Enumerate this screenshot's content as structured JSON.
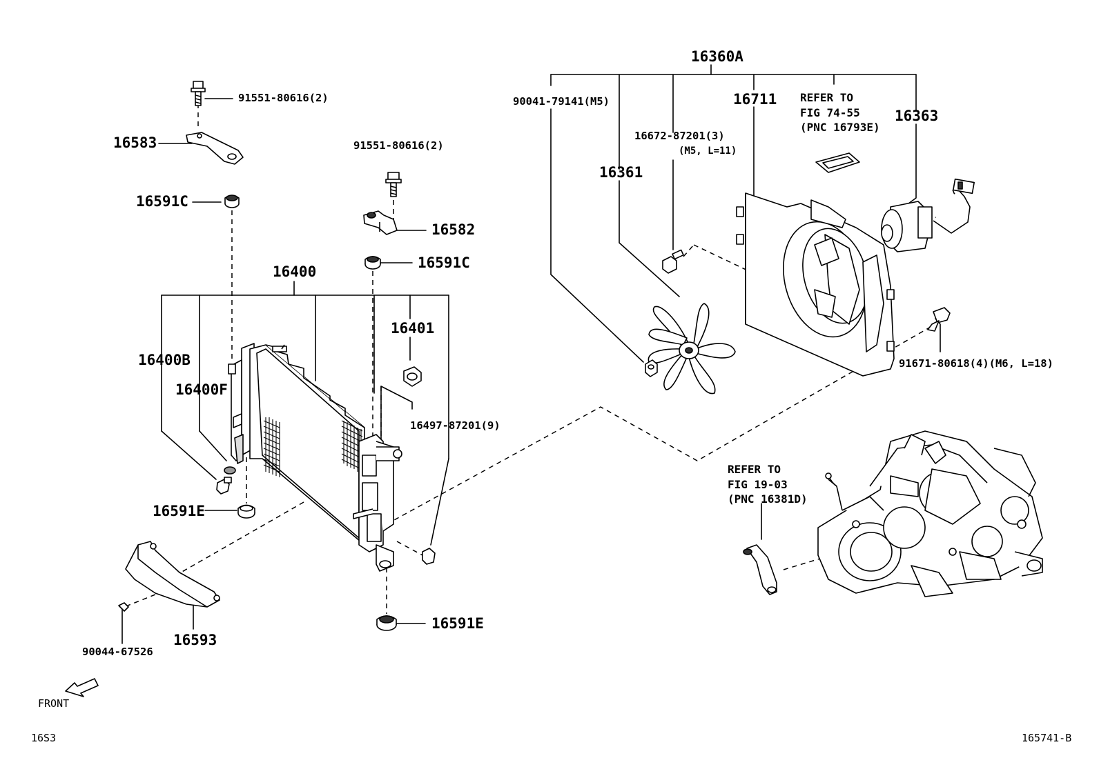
{
  "labels": {
    "p16360A": "16360A",
    "p90041": "90041-79141(M5)",
    "p16672": "16672-87201(3)",
    "p16672_note": "(M5, L=11)",
    "p16711": "16711",
    "p16361": "16361",
    "p16363": "16363",
    "p91671": "91671-80618(4)(M6, L=18)",
    "p91551_a": "91551-80616(2)",
    "p16583": "16583",
    "p16591C_a": "16591C",
    "p91551_b": "91551-80616(2)",
    "p16582": "16582",
    "p16591C_b": "16591C",
    "p16400": "16400",
    "p16401": "16401",
    "p16400B": "16400B",
    "p16400F": "16400F",
    "p16497": "16497-87201(9)",
    "p16591E_a": "16591E",
    "p16591E_b": "16591E",
    "p90044": "90044-67526",
    "p16593": "16593",
    "front": "FRONT",
    "code_left": "16S3",
    "code_right": "165741-B"
  },
  "refs": {
    "fig74": [
      "REFER TO",
      "FIG 74-55",
      "(PNC 16793E)"
    ],
    "fig19": [
      "REFER TO",
      "FIG 19-03",
      "(PNC 16381D)"
    ]
  }
}
